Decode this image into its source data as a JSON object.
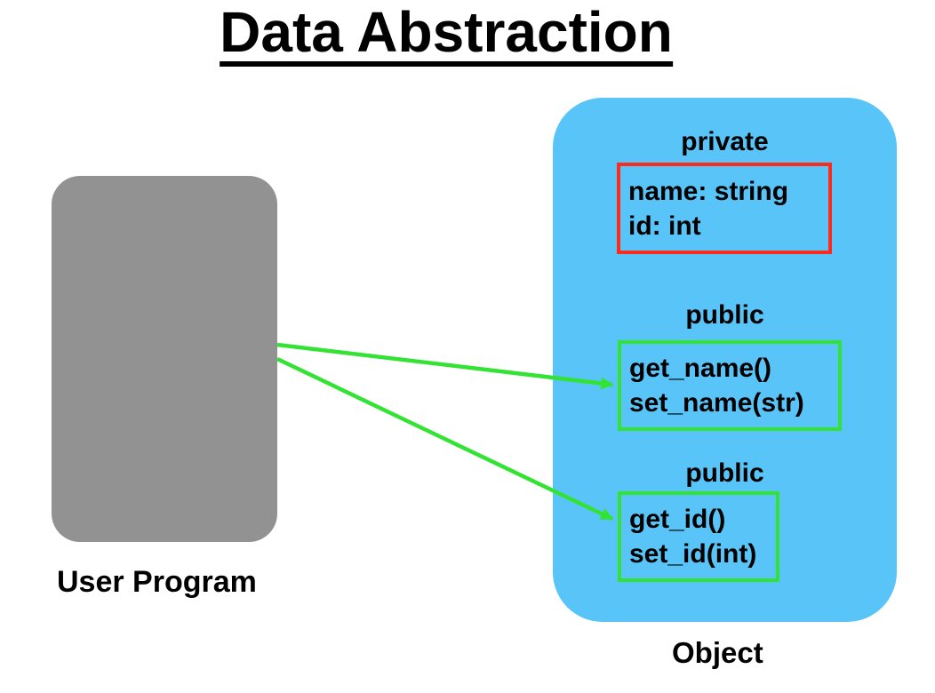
{
  "title": "Data Abstraction",
  "colors": {
    "object_fill": "#59C4F7",
    "user_program_fill": "#929292",
    "public_accent": "#33E334",
    "private_accent": "#FB2B1E",
    "text": "#000000",
    "background": "#FFFFFF"
  },
  "user_program": {
    "label": "User Program"
  },
  "object": {
    "label": "Object",
    "sections": [
      {
        "access": "private",
        "accent": "#FB2B1E",
        "members": [
          "name: string",
          "id: int"
        ]
      },
      {
        "access": "public",
        "accent": "#33E334",
        "members": [
          "get_name()",
          "set_name(str)"
        ]
      },
      {
        "access": "public",
        "accent": "#33E334",
        "members": [
          "get_id()",
          "set_id(int)"
        ]
      }
    ]
  },
  "arrows": [
    {
      "from": "User Program",
      "to": "get_name() / set_name(str)"
    },
    {
      "from": "User Program",
      "to": "get_id() / set_id(int)"
    }
  ]
}
